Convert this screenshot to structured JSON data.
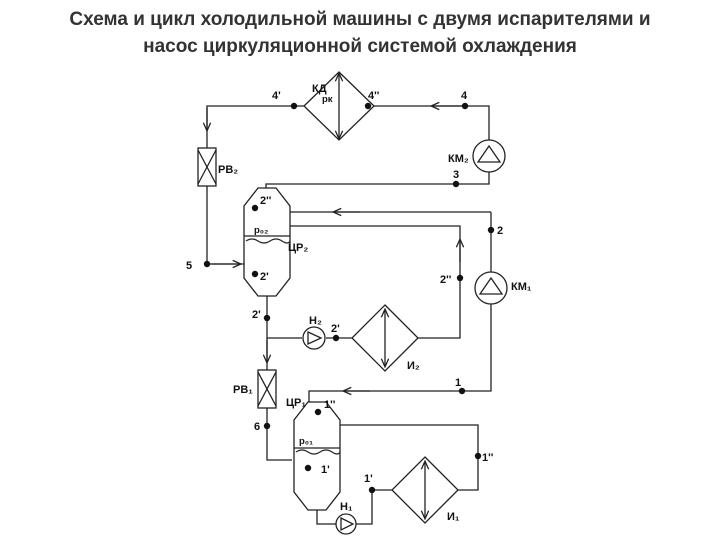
{
  "title": {
    "line1": "Схема и цикл холодильной машины с двумя испарителями и",
    "line2": "насос циркуляционной системой охлаждения"
  },
  "labels": {
    "kd": "КД",
    "pk": "pк",
    "p4a": "4'",
    "p4b": "4''",
    "p4": "4",
    "km2": "КМ₂",
    "p3": "3",
    "rv2": "РВ₂",
    "p2bb": "2''",
    "p02": "p₀₂",
    "cr2": "ЦР₂",
    "p2b": "2'",
    "p5": "5",
    "p2": "2",
    "km1": "КМ₁",
    "p2bb_right": "2''",
    "p2b_pump": "2'",
    "n2": "Н₂",
    "p2b_pump_out": "2'",
    "i2": "И₂",
    "p1": "1",
    "rv1": "РВ₁",
    "cr1": "ЦР₁",
    "p1bb": "1''",
    "p6": "6",
    "p01": "p₀₁",
    "p1b": "1'",
    "p1bb_right": "1''",
    "p1b_hx": "1'",
    "n1": "Н₁",
    "i1": "И₁"
  },
  "colors": {
    "line": "#222222",
    "title": "#333333"
  }
}
